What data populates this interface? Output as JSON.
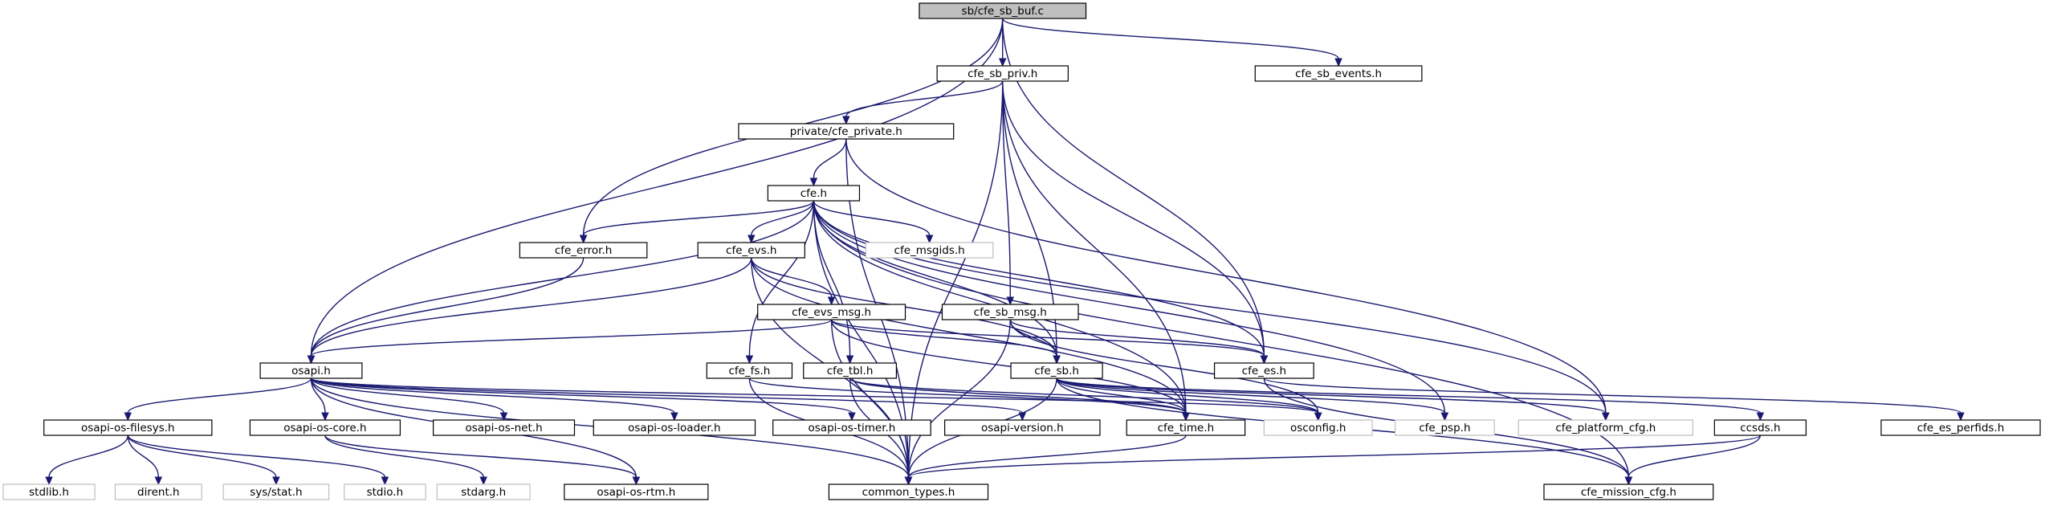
{
  "nodes": [
    {
      "id": "sb_cfe_sb_buf_c",
      "label": "sb/cfe_sb_buf.c",
      "kind": "root"
    },
    {
      "id": "cfe_sb_priv_h",
      "label": "cfe_sb_priv.h",
      "kind": "normal"
    },
    {
      "id": "cfe_sb_events_h",
      "label": "cfe_sb_events.h",
      "kind": "normal"
    },
    {
      "id": "private_cfe_private_h",
      "label": "private/cfe_private.h",
      "kind": "normal"
    },
    {
      "id": "cfe_h",
      "label": "cfe.h",
      "kind": "normal"
    },
    {
      "id": "cfe_error_h",
      "label": "cfe_error.h",
      "kind": "normal"
    },
    {
      "id": "cfe_evs_h",
      "label": "cfe_evs.h",
      "kind": "normal"
    },
    {
      "id": "cfe_msgids_h",
      "label": "cfe_msgids.h",
      "kind": "external"
    },
    {
      "id": "cfe_evs_msg_h",
      "label": "cfe_evs_msg.h",
      "kind": "normal"
    },
    {
      "id": "cfe_sb_msg_h",
      "label": "cfe_sb_msg.h",
      "kind": "normal"
    },
    {
      "id": "cfe_es_h",
      "label": "cfe_es.h",
      "kind": "normal"
    },
    {
      "id": "osapi_h",
      "label": "osapi.h",
      "kind": "normal"
    },
    {
      "id": "cfe_fs_h",
      "label": "cfe_fs.h",
      "kind": "normal"
    },
    {
      "id": "cfe_tbl_h",
      "label": "cfe_tbl.h",
      "kind": "normal"
    },
    {
      "id": "cfe_sb_h",
      "label": "cfe_sb.h",
      "kind": "normal"
    },
    {
      "id": "osapi_os_filesys_h",
      "label": "osapi-os-filesys.h",
      "kind": "normal"
    },
    {
      "id": "osapi_os_core_h",
      "label": "osapi-os-core.h",
      "kind": "normal"
    },
    {
      "id": "osapi_os_net_h",
      "label": "osapi-os-net.h",
      "kind": "normal"
    },
    {
      "id": "osapi_os_loader_h",
      "label": "osapi-os-loader.h",
      "kind": "normal"
    },
    {
      "id": "osapi_os_timer_h",
      "label": "osapi-os-timer.h",
      "kind": "normal"
    },
    {
      "id": "osapi_version_h",
      "label": "osapi-version.h",
      "kind": "normal"
    },
    {
      "id": "cfe_time_h",
      "label": "cfe_time.h",
      "kind": "normal"
    },
    {
      "id": "osconfig_h",
      "label": "osconfig.h",
      "kind": "external"
    },
    {
      "id": "cfe_psp_h",
      "label": "cfe_psp.h",
      "kind": "external"
    },
    {
      "id": "cfe_platform_cfg_h",
      "label": "cfe_platform_cfg.h",
      "kind": "external"
    },
    {
      "id": "ccsds_h",
      "label": "ccsds.h",
      "kind": "normal"
    },
    {
      "id": "cfe_es_perfids_h",
      "label": "cfe_es_perfids.h",
      "kind": "normal"
    },
    {
      "id": "stdlib_h",
      "label": "stdlib.h",
      "kind": "external"
    },
    {
      "id": "dirent_h",
      "label": "dirent.h",
      "kind": "external"
    },
    {
      "id": "sys_stat_h",
      "label": "sys/stat.h",
      "kind": "external"
    },
    {
      "id": "stdio_h",
      "label": "stdio.h",
      "kind": "external"
    },
    {
      "id": "stdarg_h",
      "label": "stdarg.h",
      "kind": "external"
    },
    {
      "id": "osapi_os_rtm_h",
      "label": "osapi-os-rtm.h",
      "kind": "normal"
    },
    {
      "id": "common_types_h",
      "label": "common_types.h",
      "kind": "normal"
    },
    {
      "id": "cfe_mission_cfg_h",
      "label": "cfe_mission_cfg.h",
      "kind": "normal"
    }
  ],
  "edges": [
    {
      "from": "sb_cfe_sb_buf_c",
      "to": "cfe_sb_priv_h"
    },
    {
      "from": "sb_cfe_sb_buf_c",
      "to": "cfe_sb_events_h"
    },
    {
      "from": "sb_cfe_sb_buf_c",
      "to": "cfe_es_h"
    },
    {
      "from": "sb_cfe_sb_buf_c",
      "to": "osapi_h"
    },
    {
      "from": "sb_cfe_sb_buf_c",
      "to": "cfe_error_h"
    },
    {
      "from": "cfe_sb_priv_h",
      "to": "private_cfe_private_h"
    },
    {
      "from": "cfe_sb_priv_h",
      "to": "cfe_time_h"
    },
    {
      "from": "cfe_sb_priv_h",
      "to": "cfe_sb_h"
    },
    {
      "from": "cfe_sb_priv_h",
      "to": "cfe_sb_msg_h"
    },
    {
      "from": "cfe_sb_priv_h",
      "to": "cfe_es_h"
    },
    {
      "from": "cfe_sb_priv_h",
      "to": "common_types_h"
    },
    {
      "from": "private_cfe_private_h",
      "to": "cfe_h"
    },
    {
      "from": "private_cfe_private_h",
      "to": "common_types_h"
    },
    {
      "from": "private_cfe_private_h",
      "to": "cfe_platform_cfg_h"
    },
    {
      "from": "cfe_h",
      "to": "cfe_error_h"
    },
    {
      "from": "cfe_h",
      "to": "cfe_evs_h"
    },
    {
      "from": "cfe_h",
      "to": "cfe_msgids_h"
    },
    {
      "from": "cfe_h",
      "to": "osapi_h"
    },
    {
      "from": "cfe_h",
      "to": "cfe_fs_h"
    },
    {
      "from": "cfe_h",
      "to": "cfe_tbl_h"
    },
    {
      "from": "cfe_h",
      "to": "cfe_sb_h"
    },
    {
      "from": "cfe_h",
      "to": "cfe_psp_h"
    },
    {
      "from": "cfe_h",
      "to": "cfe_platform_cfg_h"
    },
    {
      "from": "cfe_h",
      "to": "cfe_es_h"
    },
    {
      "from": "cfe_h",
      "to": "cfe_mission_cfg_h"
    },
    {
      "from": "cfe_h",
      "to": "cfe_time_h"
    },
    {
      "from": "cfe_h",
      "to": "common_types_h"
    },
    {
      "from": "cfe_error_h",
      "to": "osapi_h"
    },
    {
      "from": "cfe_evs_h",
      "to": "cfe_evs_msg_h"
    },
    {
      "from": "cfe_evs_h",
      "to": "osapi_h"
    },
    {
      "from": "cfe_evs_h",
      "to": "cfe_sb_h"
    },
    {
      "from": "cfe_evs_h",
      "to": "cfe_time_h"
    },
    {
      "from": "cfe_evs_h",
      "to": "common_types_h"
    },
    {
      "from": "cfe_evs_msg_h",
      "to": "osapi_h"
    },
    {
      "from": "cfe_evs_msg_h",
      "to": "cfe_sb_h"
    },
    {
      "from": "cfe_evs_msg_h",
      "to": "cfe_es_h"
    },
    {
      "from": "cfe_evs_msg_h",
      "to": "cfe_time_h"
    },
    {
      "from": "cfe_evs_msg_h",
      "to": "common_types_h"
    },
    {
      "from": "cfe_sb_msg_h",
      "to": "cfe_sb_h"
    },
    {
      "from": "cfe_sb_msg_h",
      "to": "cfe_es_h"
    },
    {
      "from": "cfe_sb_msg_h",
      "to": "osconfig_h"
    },
    {
      "from": "cfe_sb_msg_h",
      "to": "common_types_h"
    },
    {
      "from": "cfe_fs_h",
      "to": "cfe_time_h"
    },
    {
      "from": "cfe_fs_h",
      "to": "common_types_h"
    },
    {
      "from": "cfe_tbl_h",
      "to": "cfe_time_h"
    },
    {
      "from": "cfe_tbl_h",
      "to": "osconfig_h"
    },
    {
      "from": "cfe_tbl_h",
      "to": "common_types_h"
    },
    {
      "from": "cfe_sb_h",
      "to": "cfe_time_h"
    },
    {
      "from": "cfe_sb_h",
      "to": "osconfig_h"
    },
    {
      "from": "cfe_sb_h",
      "to": "cfe_psp_h"
    },
    {
      "from": "cfe_sb_h",
      "to": "cfe_platform_cfg_h"
    },
    {
      "from": "cfe_sb_h",
      "to": "ccsds_h"
    },
    {
      "from": "cfe_sb_h",
      "to": "cfe_mission_cfg_h"
    },
    {
      "from": "cfe_sb_h",
      "to": "common_types_h"
    },
    {
      "from": "cfe_es_h",
      "to": "cfe_es_perfids_h"
    },
    {
      "from": "cfe_es_h",
      "to": "cfe_mission_cfg_h"
    },
    {
      "from": "osapi_h",
      "to": "osapi_os_filesys_h"
    },
    {
      "from": "osapi_h",
      "to": "osapi_os_core_h"
    },
    {
      "from": "osapi_h",
      "to": "osapi_os_net_h"
    },
    {
      "from": "osapi_h",
      "to": "osapi_os_loader_h"
    },
    {
      "from": "osapi_h",
      "to": "osapi_os_timer_h"
    },
    {
      "from": "osapi_h",
      "to": "osapi_version_h"
    },
    {
      "from": "osapi_h",
      "to": "osconfig_h"
    },
    {
      "from": "osapi_h",
      "to": "osapi_os_rtm_h"
    },
    {
      "from": "osapi_h",
      "to": "common_types_h"
    },
    {
      "from": "osapi_os_filesys_h",
      "to": "stdlib_h"
    },
    {
      "from": "osapi_os_filesys_h",
      "to": "dirent_h"
    },
    {
      "from": "osapi_os_filesys_h",
      "to": "sys_stat_h"
    },
    {
      "from": "osapi_os_filesys_h",
      "to": "stdio_h"
    },
    {
      "from": "osapi_os_core_h",
      "to": "stdarg_h"
    },
    {
      "from": "osapi_os_core_h",
      "to": "osapi_os_rtm_h"
    },
    {
      "from": "cfe_time_h",
      "to": "common_types_h"
    },
    {
      "from": "ccsds_h",
      "to": "common_types_h"
    },
    {
      "from": "ccsds_h",
      "to": "cfe_mission_cfg_h"
    }
  ]
}
